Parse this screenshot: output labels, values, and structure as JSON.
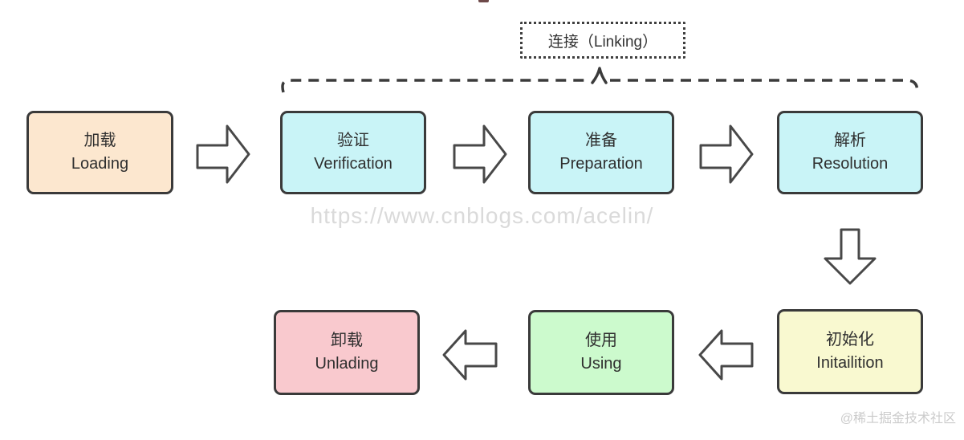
{
  "title": "Class loading lifecycle flowchart",
  "linking": {
    "label": "连接（Linking）"
  },
  "boxes": [
    {
      "id": "loading",
      "cn": "加载",
      "en": "Loading",
      "color": "#fce7cf"
    },
    {
      "id": "verification",
      "cn": "验证",
      "en": "Verification",
      "color": "#c9f4f7"
    },
    {
      "id": "preparation",
      "cn": "准备",
      "en": "Preparation",
      "color": "#c9f4f7"
    },
    {
      "id": "resolution",
      "cn": "解析",
      "en": "Resolution",
      "color": "#c9f4f7"
    },
    {
      "id": "initialization",
      "cn": "初始化",
      "en": "Initailition",
      "color": "#f9f9d0"
    },
    {
      "id": "using",
      "cn": "使用",
      "en": "Using",
      "color": "#ccfacd"
    },
    {
      "id": "unloading",
      "cn": "卸载",
      "en": "Unlading",
      "color": "#f9c9ce"
    }
  ],
  "watermarks": {
    "center": "https://www.cnblogs.com/acelin/",
    "corner": "@稀土掘金技术社区"
  },
  "colors": {
    "box_border": "#3a3a3a",
    "arrow_outline": "#484848",
    "bracket": "#3b3b3b",
    "watermark_center": "#dadada",
    "watermark_corner": "#cbcbcb",
    "background": "#ffffff"
  }
}
